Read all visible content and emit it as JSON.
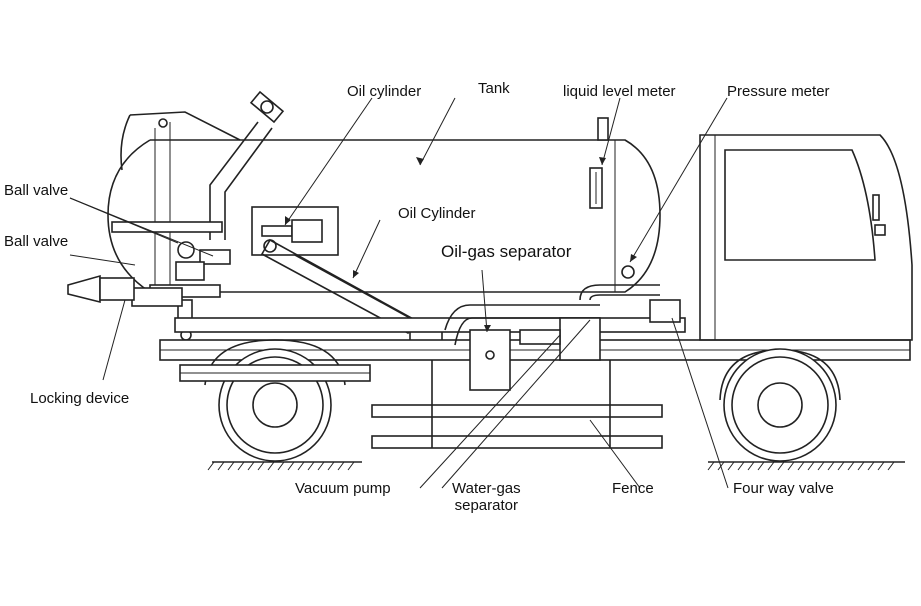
{
  "labels": {
    "tank": "Tank",
    "oil_cylinder_top": "Oil cylinder",
    "liquid_level_meter": "liquid level meter",
    "pressure_meter": "Pressure meter",
    "ball_valve_1": "Ball valve",
    "ball_valve_2": "Ball valve",
    "oil_cylinder_mid": "Oil Cylinder",
    "oil_gas_separator": "Oil-gas separator",
    "locking_device": "Locking device",
    "vacuum_pump": "Vacuum pump",
    "water_gas_separator_line1": "Water-gas",
    "water_gas_separator_line2": "separator",
    "fence": "Fence",
    "four_way_valve": "Four way valve"
  }
}
